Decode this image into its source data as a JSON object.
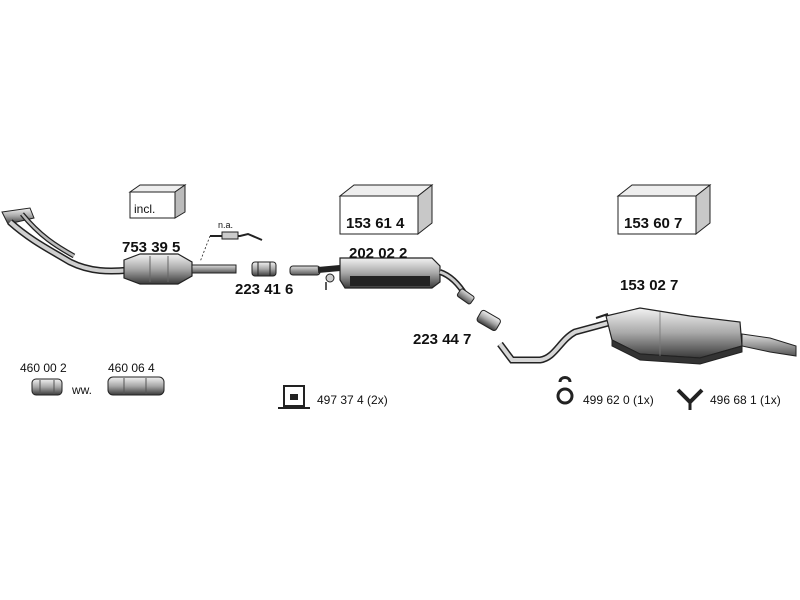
{
  "parts": {
    "manifold_cat": "753 39 5",
    "box_incl": "incl.",
    "sensor_na": "n.a.",
    "clamp_front": "223 41 6",
    "middle_pipe": "202 02 2",
    "box_middle": "153 61 4",
    "clamp_mid": "223 44 7",
    "box_rear": "153 60 7",
    "rear_muffler": "153 02 7",
    "gasket_a": "460 00 2",
    "ww": "ww.",
    "gasket_b": "460 06 4",
    "hanger_a": "497 37 4 (2x)",
    "hanger_b": "499 62 0 (1x)",
    "hanger_c": "496 68 1 (1x)"
  },
  "colors": {
    "ink": "#1a1a1a",
    "gray": "#9a9a9a",
    "light": "#d8d8d8"
  }
}
